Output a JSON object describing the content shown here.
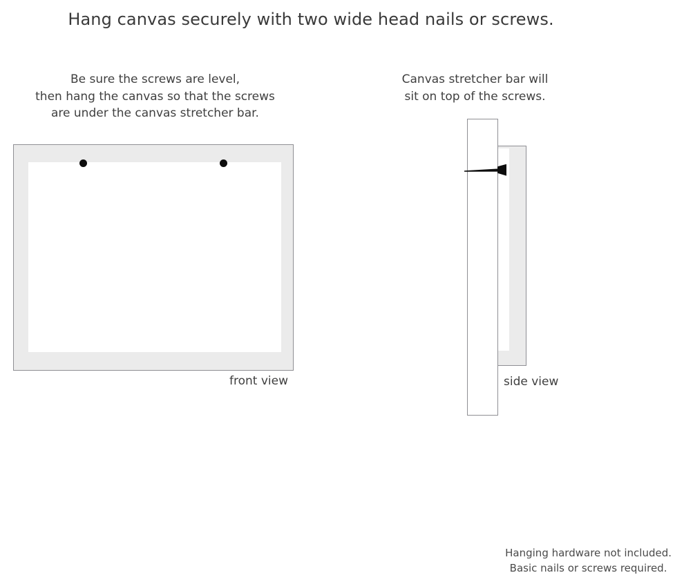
{
  "title": "Hang canvas securely with two wide head nails or screws.",
  "front_section": {
    "caption_lines": [
      "Be sure the screws are level,",
      "then hang the canvas so that the screws",
      "are under the canvas stretcher bar."
    ],
    "view_label": "front view",
    "diagram": {
      "frame_color": "#ebebeb",
      "frame_border_color": "#8e8e93",
      "canvas_color": "#ffffff",
      "screw_color": "#0d0d0d",
      "screw_count": 2,
      "screw_names": [
        "left-screw",
        "right-screw"
      ]
    }
  },
  "side_section": {
    "caption_lines": [
      "Canvas stretcher bar will",
      "sit on top of the screws."
    ],
    "view_label": "side view",
    "diagram": {
      "wall_color": "#ffffff",
      "wall_border_color": "#8e8e93",
      "stretcher_bar_color": "#ebebeb",
      "nail_color": "#0d0d0d"
    }
  },
  "footer_lines": [
    "Hanging hardware not included.",
    "Basic nails or screws required."
  ]
}
